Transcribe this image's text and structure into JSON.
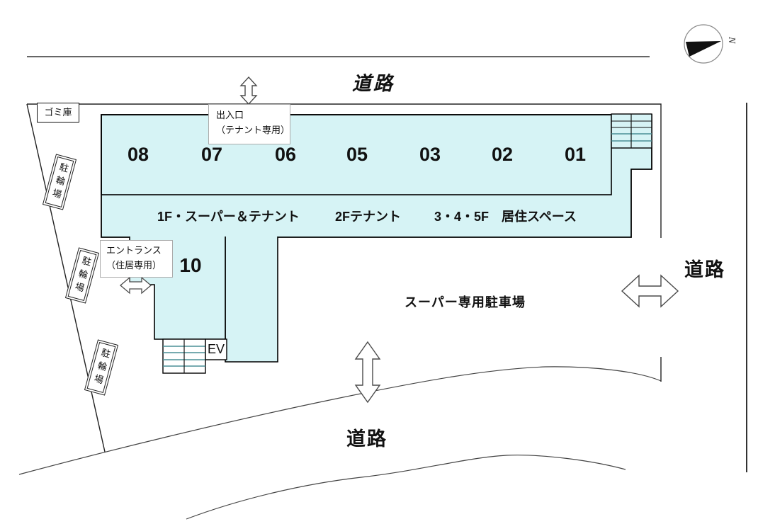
{
  "colors": {
    "building_fill": "#d6f3f5",
    "stair_tread": "#4a8f96",
    "outline": "#000000",
    "label_border": "#ababab",
    "arrow_outline": "#4a4a4a",
    "road_line": "#333333"
  },
  "roads": {
    "top": "道路",
    "right": "道路",
    "bottom": "道路"
  },
  "compass": {
    "north_letter": "N"
  },
  "labels": {
    "garbage": "ゴミ庫",
    "bicycle_parking": [
      "駐輪場",
      "駐輪場",
      "駐輪場"
    ],
    "supermarket_parking": "スーパー専用駐車場",
    "tenant_entrance_line1": "出入口",
    "tenant_entrance_line2": "（テナント専用）",
    "residential_entrance_line1": "エントランス",
    "residential_entrance_line2": "（住居専用）"
  },
  "building": {
    "units": [
      "08",
      "07",
      "06",
      "05",
      "03",
      "02",
      "01"
    ],
    "unit10": "10",
    "elevator": "EV",
    "floor_line_1": "1F・スーパー＆テナント",
    "floor_line_2": "2Fテナント",
    "floor_line_3": "3・4・5F　居住スペース"
  }
}
